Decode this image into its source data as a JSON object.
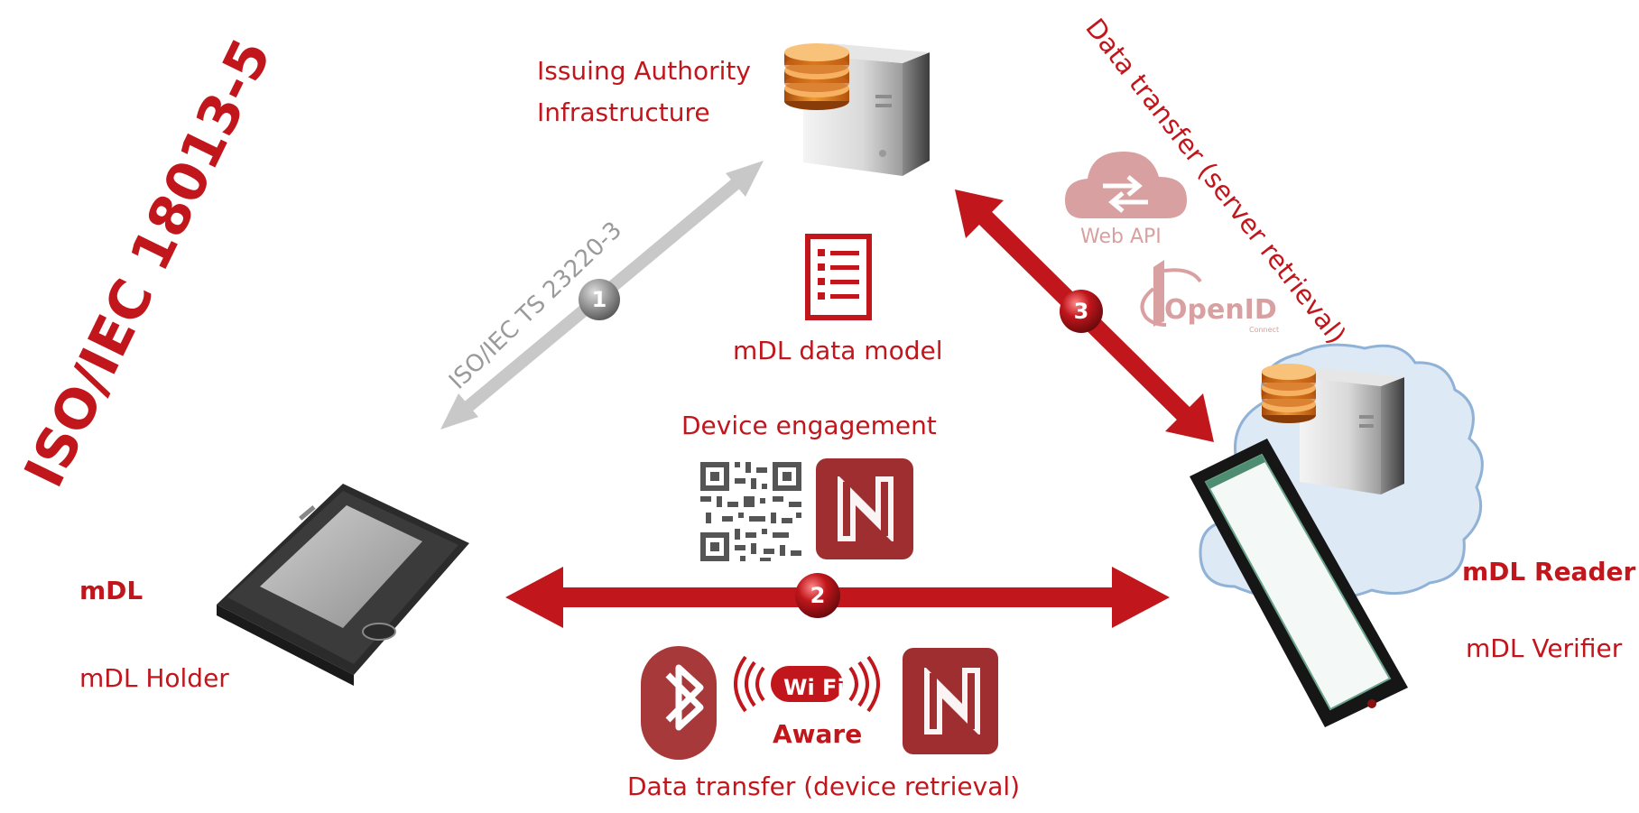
{
  "title": "ISO/IEC 18013-5",
  "issuing_authority": {
    "line1": "Issuing Authority",
    "line2": "Infrastructure"
  },
  "data_model_label": "mDL data model",
  "device_engagement_label": "Device engagement",
  "holder": {
    "title": "mDL",
    "subtitle": "mDL Holder"
  },
  "reader": {
    "title": "mDL Reader",
    "subtitle": "mDL Verifier"
  },
  "link1": {
    "number": "1",
    "label": "ISO/IEC TS 23220-3"
  },
  "link2": {
    "number": "2",
    "label": "Data transfer (device retrieval)",
    "wifi": "Wi Fi",
    "aware": "Aware"
  },
  "link3": {
    "number": "3",
    "label": "Data transfer (server retrieval)",
    "web_api": "Web API",
    "openid": "OpenID",
    "openid_sub": "Connect"
  },
  "colors": {
    "accent_red": "#c0161c",
    "gray_arrow": "#c8c8c8",
    "faded_red": "#d8a0a0"
  },
  "icons": [
    "server-icon",
    "document-list-icon",
    "qr-code-icon",
    "nfc-icon",
    "bluetooth-icon",
    "wifi-aware-icon",
    "cloud-api-icon",
    "openid-icon",
    "smartphone-icon",
    "tablet-reader-icon",
    "cloud-icon"
  ]
}
